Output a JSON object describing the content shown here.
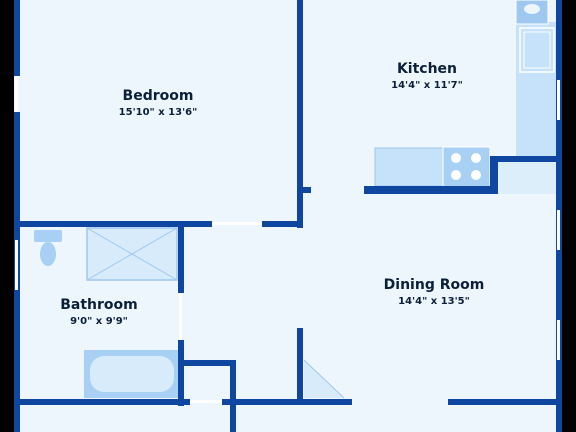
{
  "colors": {
    "wall": "#0f46a0",
    "floor": "#eef6fd",
    "fixture": "#c6e1fa",
    "fixture_stroke": "#9ec8ef",
    "background": "#000000"
  },
  "rooms": {
    "bedroom": {
      "name": "Bedroom",
      "dims": "15'10\" x 13'6\""
    },
    "kitchen": {
      "name": "Kitchen",
      "dims": "14'4\" x 11'7\""
    },
    "dining": {
      "name": "Dining Room",
      "dims": "14'4\" x 13'5\""
    },
    "bathroom": {
      "name": "Bathroom",
      "dims": "9'0\" x 9'9\""
    }
  },
  "fixtures": [
    "sink-icon",
    "counter-sink-icon",
    "stove-icon",
    "toilet-icon",
    "shower-icon",
    "bathtub-icon"
  ]
}
